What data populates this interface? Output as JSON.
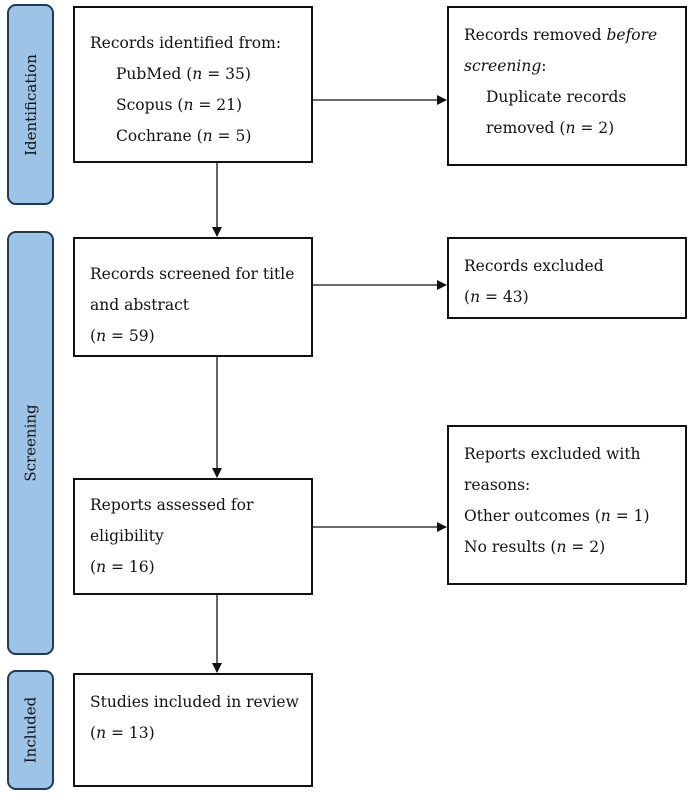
{
  "colors": {
    "phase_fill": "#9dc3e6",
    "phase_border": "#1f3b57",
    "box_border": "#111111",
    "arrow": "#111111"
  },
  "phases": {
    "identification": "Identification",
    "screening": "Screening",
    "included": "Included"
  },
  "identified": {
    "heading": "Records identified from:",
    "pubmed_label": "PubMed (",
    "pubmed_value": " = 35)",
    "scopus_label": "Scopus (",
    "scopus_value": " = 21)",
    "cochrane_label": "Cochrane (",
    "cochrane_value": " = 5)"
  },
  "removed": {
    "line1": "Records removed ",
    "line1_em": "before",
    "line2_em": "screening",
    "line2_tail": ":",
    "line3": "Duplicate records",
    "line4_pre": "removed    (",
    "line4_value": " = 2)"
  },
  "screened": {
    "line1": "Records screened for title",
    "line2": "and abstract",
    "line3_pre": "(",
    "line3_value": " = 59)"
  },
  "excluded": {
    "line1": "Records excluded",
    "line2_pre": "(",
    "line2_value": " = 43)"
  },
  "assessed": {
    "line1": "Reports assessed for",
    "line2": "eligibility",
    "line3_pre": "(",
    "line3_value": " = 16)"
  },
  "reasons": {
    "line1": "Reports excluded with",
    "line2": "reasons:",
    "line3_pre": "Other outcomes (",
    "line3_value": " = 1)",
    "line4_pre": "No results (",
    "line4_value": " = 2)"
  },
  "included_box": {
    "line1": "Studies included in review",
    "line2_pre": "(",
    "line2_value": " = 13)"
  },
  "n_symbol": "n"
}
